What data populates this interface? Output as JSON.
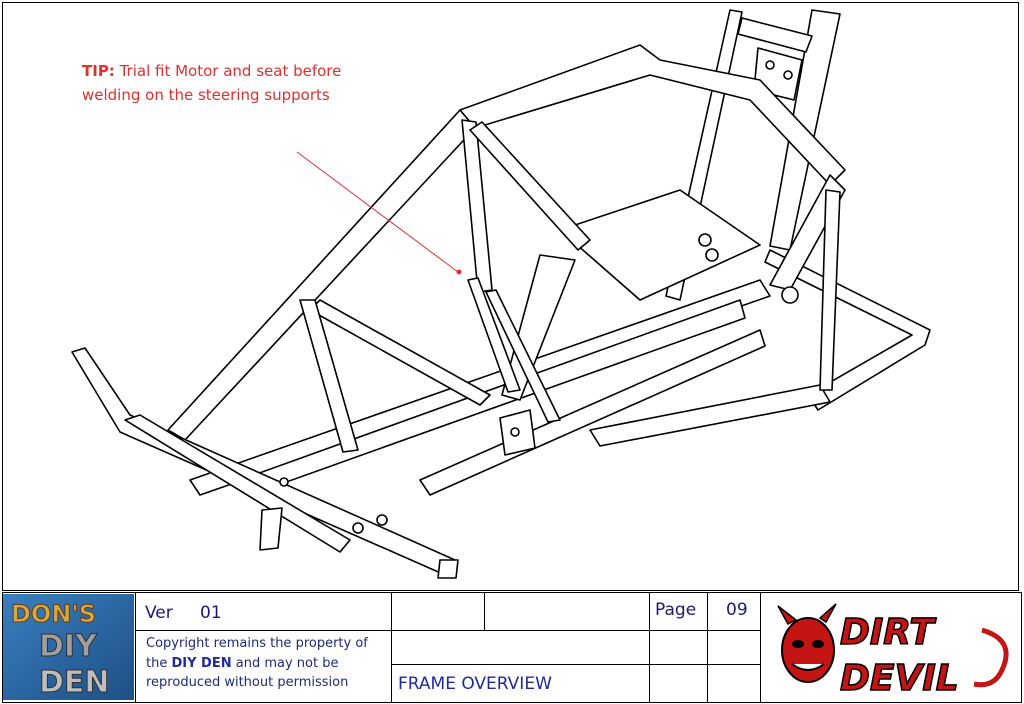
{
  "tip": {
    "label": "TIP:",
    "text": "Trial fit Motor and seat before welding on the steering supports"
  },
  "title_block": {
    "ver_label": "Ver",
    "ver_value": "01",
    "page_label": "Page",
    "page_value": "09",
    "copyright_prefix": "Copyright remains the property of the",
    "copyright_owner": "DIY DEN",
    "copyright_suffix": "and may not be reproduced without permission",
    "sheet_title": "FRAME OVERVIEW"
  },
  "logos": {
    "left_line1": "DON'S",
    "left_line2": "DIY",
    "left_line3": "DEN",
    "right_line1": "DIRT",
    "right_line2": "DEVIL"
  },
  "colors": {
    "tip_red": "#e03030",
    "text_blue": "#1f2a7a",
    "logo_red": "#d01818",
    "logo_blue": "#2f6fb0",
    "logo_gold": "#d0a040"
  }
}
